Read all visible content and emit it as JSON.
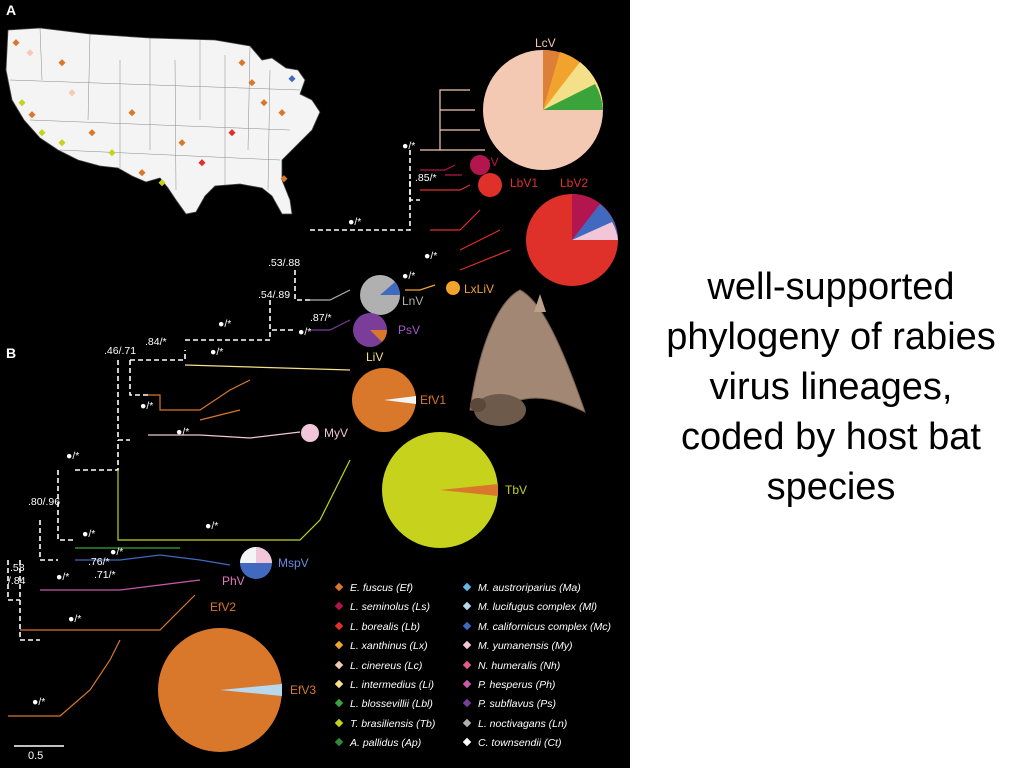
{
  "figure": {
    "panel_a": "A",
    "panel_b": "B",
    "scale_bar": "0.5"
  },
  "caption": {
    "lines": [
      "well-supported",
      "phylogeny of rabies",
      "virus lineages,",
      "coded by host bat",
      "species"
    ]
  },
  "clades": {
    "LcV": "LcV",
    "LsV": "LsV",
    "LbV1": "LbV1",
    "LbV2": "LbV2",
    "LnV": "LnV",
    "LxLiV": "LxLiV",
    "PsV": "PsV",
    "LiV": "LiV",
    "EfV1": "EfV1",
    "MyV": "MyV",
    "TbV": "TbV",
    "MspV": "MspV",
    "PhV": "PhV",
    "EfV2": "EfV2",
    "EfV3": "EfV3"
  },
  "supports": {
    "s1": "●/*",
    "s2": ".85/*",
    "s3": "●/*",
    "s4": "●/*",
    "s5": "●/*",
    "s6": ".53/.88",
    "s7": ".54/.89",
    "s8": ".87/*",
    "s9": "●/*",
    "s10": "●/*",
    "s11": ".84/*",
    "s12": ".46/.71",
    "s13": "●/*",
    "s14": "●/*",
    "s15": "●/*",
    "s16": "●/*",
    "s17": ".80/.96",
    "s18": "●/*",
    "s19": "●/*",
    "s20": ".76/*",
    "s21": ".71/*",
    "s22": "●/*",
    "s23": ".58",
    "s24": "/.84",
    "s25": "●/*",
    "s26": "●/*",
    "s27": "●/*"
  },
  "legend": {
    "left": [
      {
        "label": "E. fuscus (Ef)",
        "color": "#d9772a"
      },
      {
        "label": "L. seminolus (Ls)",
        "color": "#b3164f"
      },
      {
        "label": "L. borealis (Lb)",
        "color": "#e0302a"
      },
      {
        "label": "L. xanthinus (Lx)",
        "color": "#f2a32e"
      },
      {
        "label": "L. cinereus (Lc)",
        "color": "#f4c9b3"
      },
      {
        "label": "L. intermedius (Li)",
        "color": "#f5e08a"
      },
      {
        "label": "L. blossevillii (Lbl)",
        "color": "#3aa33a"
      },
      {
        "label": "T. brasiliensis (Tb)",
        "color": "#c6d21c"
      },
      {
        "label": "A. pallidus (Ap)",
        "color": "#2e8b3a"
      }
    ],
    "right": [
      {
        "label": "M. austroriparius (Ma)",
        "color": "#5fb8e6"
      },
      {
        "label": "M. lucifugus complex (Ml)",
        "color": "#b8d8ee"
      },
      {
        "label": "M. californicus complex (Mc)",
        "color": "#4169c0"
      },
      {
        "label": "M. yumanensis (My)",
        "color": "#f1c6d8"
      },
      {
        "label": "N. humeralis (Nh)",
        "color": "#e45a8c"
      },
      {
        "label": "P. hesperus (Ph)",
        "color": "#c85aa8"
      },
      {
        "label": "P. subflavus (Ps)",
        "color": "#7a3d9a"
      },
      {
        "label": "L. noctivagans (Ln)",
        "color": "#b0b0b0"
      },
      {
        "label": "C. townsendii (Ct)",
        "color": "#ffffff"
      }
    ]
  },
  "colors": {
    "Ef": "#d9772a",
    "Lc": "#f4c9b3",
    "Lb": "#e0302a",
    "Ls": "#b3164f",
    "Tb": "#c6d21c",
    "Ln": "#b0b0b0",
    "Ps": "#7a3d9a",
    "Lx": "#f2a32e",
    "Li": "#f5e08a",
    "Mc": "#4169c0",
    "My": "#f1c6d8",
    "Ph": "#c85aa8",
    "Ml": "#b8d8ee",
    "Lbl": "#3aa33a"
  }
}
